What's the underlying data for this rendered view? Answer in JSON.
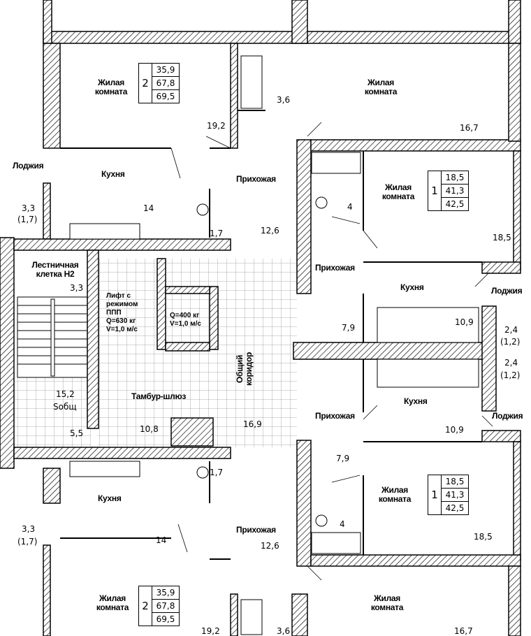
{
  "rooms": {
    "living_room": "Жилая комната",
    "kitchen": "Кухня",
    "hallway": "Прихожая",
    "loggia": "Лоджия",
    "stairwell": "Лестничная клетка Н2",
    "vestibule": "Тамбур-шлюз",
    "common_corridor": "Общий коридор"
  },
  "apartments": [
    {
      "rooms": "2",
      "living": "35,9",
      "total": "67,8",
      "total_with_loggia": "69,5"
    },
    {
      "rooms": "1",
      "living": "18,5",
      "total": "41,3",
      "total_with_loggia": "42,5"
    },
    {
      "rooms": "1",
      "living": "18,5",
      "total": "41,3",
      "total_with_loggia": "42,5"
    },
    {
      "rooms": "2",
      "living": "35,9",
      "total": "67,8",
      "total_with_loggia": "69,5"
    }
  ],
  "areas": {
    "a19_2": "19,2",
    "a3_6": "3,6",
    "a16_7": "16,7",
    "a3_3_17": "3,3",
    "a1_7p": "(1,7)",
    "a14": "14",
    "a4": "4",
    "a1_7": "1,7",
    "a12_6": "12,6",
    "a18_5": "18,5",
    "a3_3": "3,3",
    "a7_9": "7,9",
    "a10_9": "10,9",
    "a2_4": "2,4",
    "a1_2p": "(1,2)",
    "a15_2": "15,2",
    "s_total": "Sобщ",
    "a16_9": "16,9",
    "a10_8": "10,8",
    "a5_5": "5,5"
  },
  "lifts": {
    "fire_lift": [
      "Лифт с",
      "режимом",
      "ППП",
      "Q=630 кг",
      "V=1,0 м/с"
    ],
    "passenger_lift": [
      "Q=400 кг",
      "V=1,0 м/с"
    ]
  }
}
